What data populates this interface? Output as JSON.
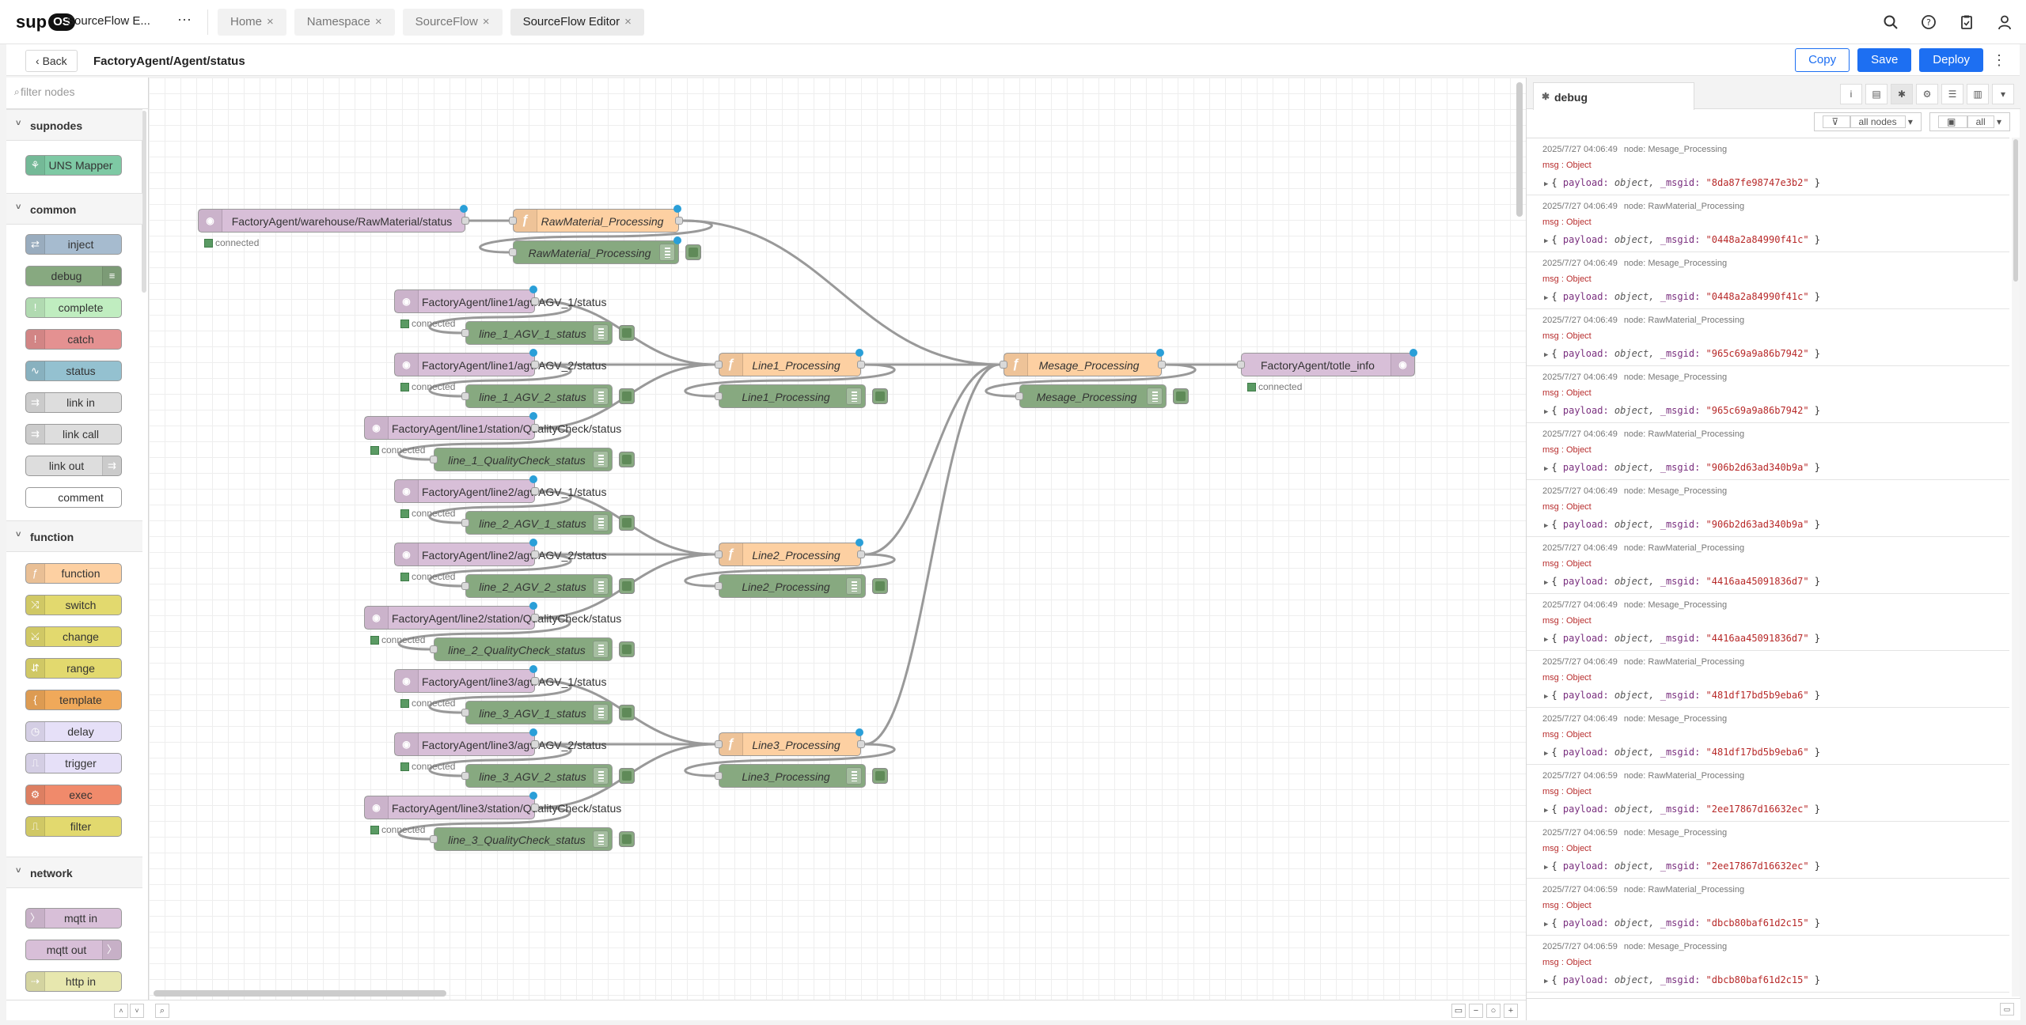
{
  "app": {
    "logo": "sup",
    "logo_os": "OS",
    "title": "SourceFlow E...",
    "more": "⋯",
    "tabs": [
      {
        "label": "Home"
      },
      {
        "label": "Namespace"
      },
      {
        "label": "SourceFlow"
      },
      {
        "label": "SourceFlow Editor"
      }
    ],
    "tab_close": "×"
  },
  "header": {
    "back_label": "Back",
    "path": "FactoryAgent/Agent/status",
    "copy_label": "Copy",
    "save_label": "Save",
    "deploy_label": "Deploy"
  },
  "palette": {
    "filter_placeholder": "filter nodes",
    "categories": [
      {
        "name": "supnodes",
        "nodes": [
          {
            "label": "UNS Mapper",
            "color": "#7ec9a4"
          }
        ]
      },
      {
        "name": "common",
        "nodes": [
          {
            "label": "inject",
            "color": "#a6bbcf"
          },
          {
            "label": "debug",
            "color": "#87a980"
          },
          {
            "label": "complete",
            "color": "#c0edc0"
          },
          {
            "label": "catch",
            "color": "#e49191"
          },
          {
            "label": "status",
            "color": "#94c1d0"
          },
          {
            "label": "link in",
            "color": "#dddddd"
          },
          {
            "label": "link call",
            "color": "#dddddd"
          },
          {
            "label": "link out",
            "color": "#dddddd"
          },
          {
            "label": "comment",
            "color": "#ffffff"
          }
        ]
      },
      {
        "name": "function",
        "nodes": [
          {
            "label": "function",
            "color": "#fdd0a2"
          },
          {
            "label": "switch",
            "color": "#e2d96e"
          },
          {
            "label": "change",
            "color": "#e2d96e"
          },
          {
            "label": "range",
            "color": "#e2d96e"
          },
          {
            "label": "template",
            "color": "#f0a95a"
          },
          {
            "label": "delay",
            "color": "#e6e0f8"
          },
          {
            "label": "trigger",
            "color": "#e6e0f8"
          },
          {
            "label": "exec",
            "color": "#f08a6b"
          },
          {
            "label": "filter",
            "color": "#e2d96e"
          }
        ]
      },
      {
        "name": "network",
        "nodes": [
          {
            "label": "mqtt in",
            "color": "#d8bfd8"
          },
          {
            "label": "mqtt out",
            "color": "#d8bfd8"
          },
          {
            "label": "http in",
            "color": "#e7e7ae"
          }
        ]
      }
    ]
  },
  "flow": {
    "status_text": "connected",
    "mqtt_in": [
      "FactoryAgent/warehouse/RawMaterial/status",
      "FactoryAgent/line1/agv/AGV_1/status",
      "FactoryAgent/line1/agv/AGV_2/status",
      "FactoryAgent/line1/station/QualityCheck/status",
      "FactoryAgent/line2/agv/AGV_1/status",
      "FactoryAgent/line2/agv/AGV_2/status",
      "FactoryAgent/line2/station/QualityCheck/status",
      "FactoryAgent/line3/agv/AGV_1/status",
      "FactoryAgent/line3/agv/AGV_2/status",
      "FactoryAgent/line3/station/QualityCheck/status"
    ],
    "debug_nodes": [
      "RawMaterial_Processing",
      "line_1_AGV_1_status",
      "line_1_AGV_2_status",
      "line_1_QualityCheck_status",
      "line_2_AGV_1_status",
      "line_2_AGV_2_status",
      "line_2_QualityCheck_status",
      "line_3_AGV_1_status",
      "line_3_AGV_2_status",
      "line_3_QualityCheck_status",
      "Line1_Processing",
      "Line2_Processing",
      "Line3_Processing",
      "Mesage_Processing"
    ],
    "functions": [
      "RawMaterial_Processing",
      "Line1_Processing",
      "Line2_Processing",
      "Line3_Processing",
      "Mesage_Processing"
    ],
    "mqtt_out": "FactoryAgent/totle_info",
    "colors": {
      "mqtt": "#d8bfd8",
      "function": "#fdd0a2",
      "debug": "#87a980",
      "wire": "#999999",
      "changed": "#2a9fd8"
    }
  },
  "sidebar": {
    "tab_label": "debug",
    "filter_nodes": "all nodes",
    "filter_all": "all",
    "msg_type": "msg : Object",
    "node_prefix": "node:",
    "messages": [
      {
        "time": "2025/7/27 04:06:49",
        "node": "Mesage_Processing",
        "msgid": "\"8da87fe98747e3b2\""
      },
      {
        "time": "2025/7/27 04:06:49",
        "node": "RawMaterial_Processing",
        "msgid": "\"0448a2a84990f41c\""
      },
      {
        "time": "2025/7/27 04:06:49",
        "node": "Mesage_Processing",
        "msgid": "\"0448a2a84990f41c\""
      },
      {
        "time": "2025/7/27 04:06:49",
        "node": "RawMaterial_Processing",
        "msgid": "\"965c69a9a86b7942\""
      },
      {
        "time": "2025/7/27 04:06:49",
        "node": "Mesage_Processing",
        "msgid": "\"965c69a9a86b7942\""
      },
      {
        "time": "2025/7/27 04:06:49",
        "node": "RawMaterial_Processing",
        "msgid": "\"906b2d63ad340b9a\""
      },
      {
        "time": "2025/7/27 04:06:49",
        "node": "Mesage_Processing",
        "msgid": "\"906b2d63ad340b9a\""
      },
      {
        "time": "2025/7/27 04:06:49",
        "node": "RawMaterial_Processing",
        "msgid": "\"4416aa45091836d7\""
      },
      {
        "time": "2025/7/27 04:06:49",
        "node": "Mesage_Processing",
        "msgid": "\"4416aa45091836d7\""
      },
      {
        "time": "2025/7/27 04:06:49",
        "node": "RawMaterial_Processing",
        "msgid": "\"481df17bd5b9eba6\""
      },
      {
        "time": "2025/7/27 04:06:49",
        "node": "Mesage_Processing",
        "msgid": "\"481df17bd5b9eba6\""
      },
      {
        "time": "2025/7/27 04:06:59",
        "node": "RawMaterial_Processing",
        "msgid": "\"2ee17867d16632ec\""
      },
      {
        "time": "2025/7/27 04:06:59",
        "node": "Mesage_Processing",
        "msgid": "\"2ee17867d16632ec\""
      },
      {
        "time": "2025/7/27 04:06:59",
        "node": "RawMaterial_Processing",
        "msgid": "\"dbcb80baf61d2c15\""
      },
      {
        "time": "2025/7/27 04:06:59",
        "node": "Mesage_Processing",
        "msgid": "\"dbcb80baf61d2c15\""
      }
    ],
    "payload_key": "payload:",
    "payload_type": "object,",
    "msgid_key": "_msgid:"
  }
}
